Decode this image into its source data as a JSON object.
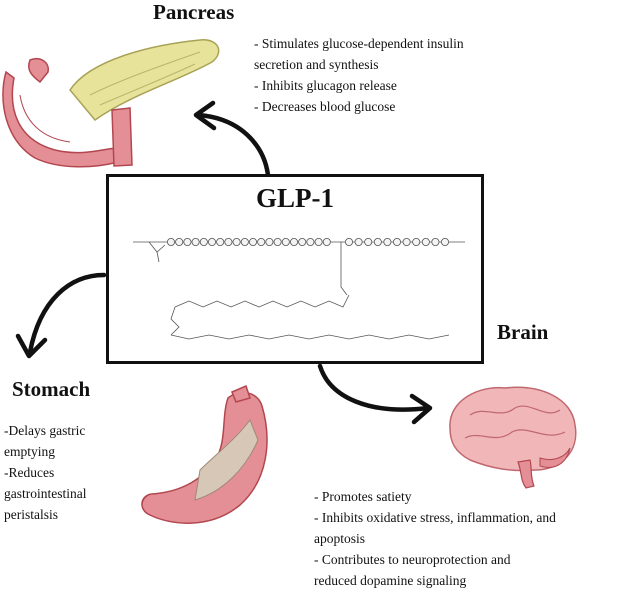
{
  "center": {
    "title": "GLP-1"
  },
  "pancreas": {
    "heading": "Pancreas",
    "effects": [
      "- Stimulates glucose-dependent insulin",
      "secretion and synthesis",
      "- Inhibits glucagon release",
      "- Decreases blood glucose"
    ]
  },
  "stomach": {
    "heading": "Stomach",
    "effects": [
      "-Delays gastric",
      "emptying",
      "-Reduces",
      "gastrointestinal",
      "peristalsis"
    ]
  },
  "brain": {
    "heading": "Brain",
    "effects": [
      "- Promotes satiety",
      "- Inhibits oxidative stress, inflammation, and",
      "apoptosis",
      "- Contributes to neuroprotection and",
      "reduced dopamine signaling"
    ]
  },
  "colors": {
    "organ_pink": "#e48f95",
    "organ_dark": "#b2474f",
    "pancreas_yellow": "#e7e39a",
    "line": "#111111"
  }
}
